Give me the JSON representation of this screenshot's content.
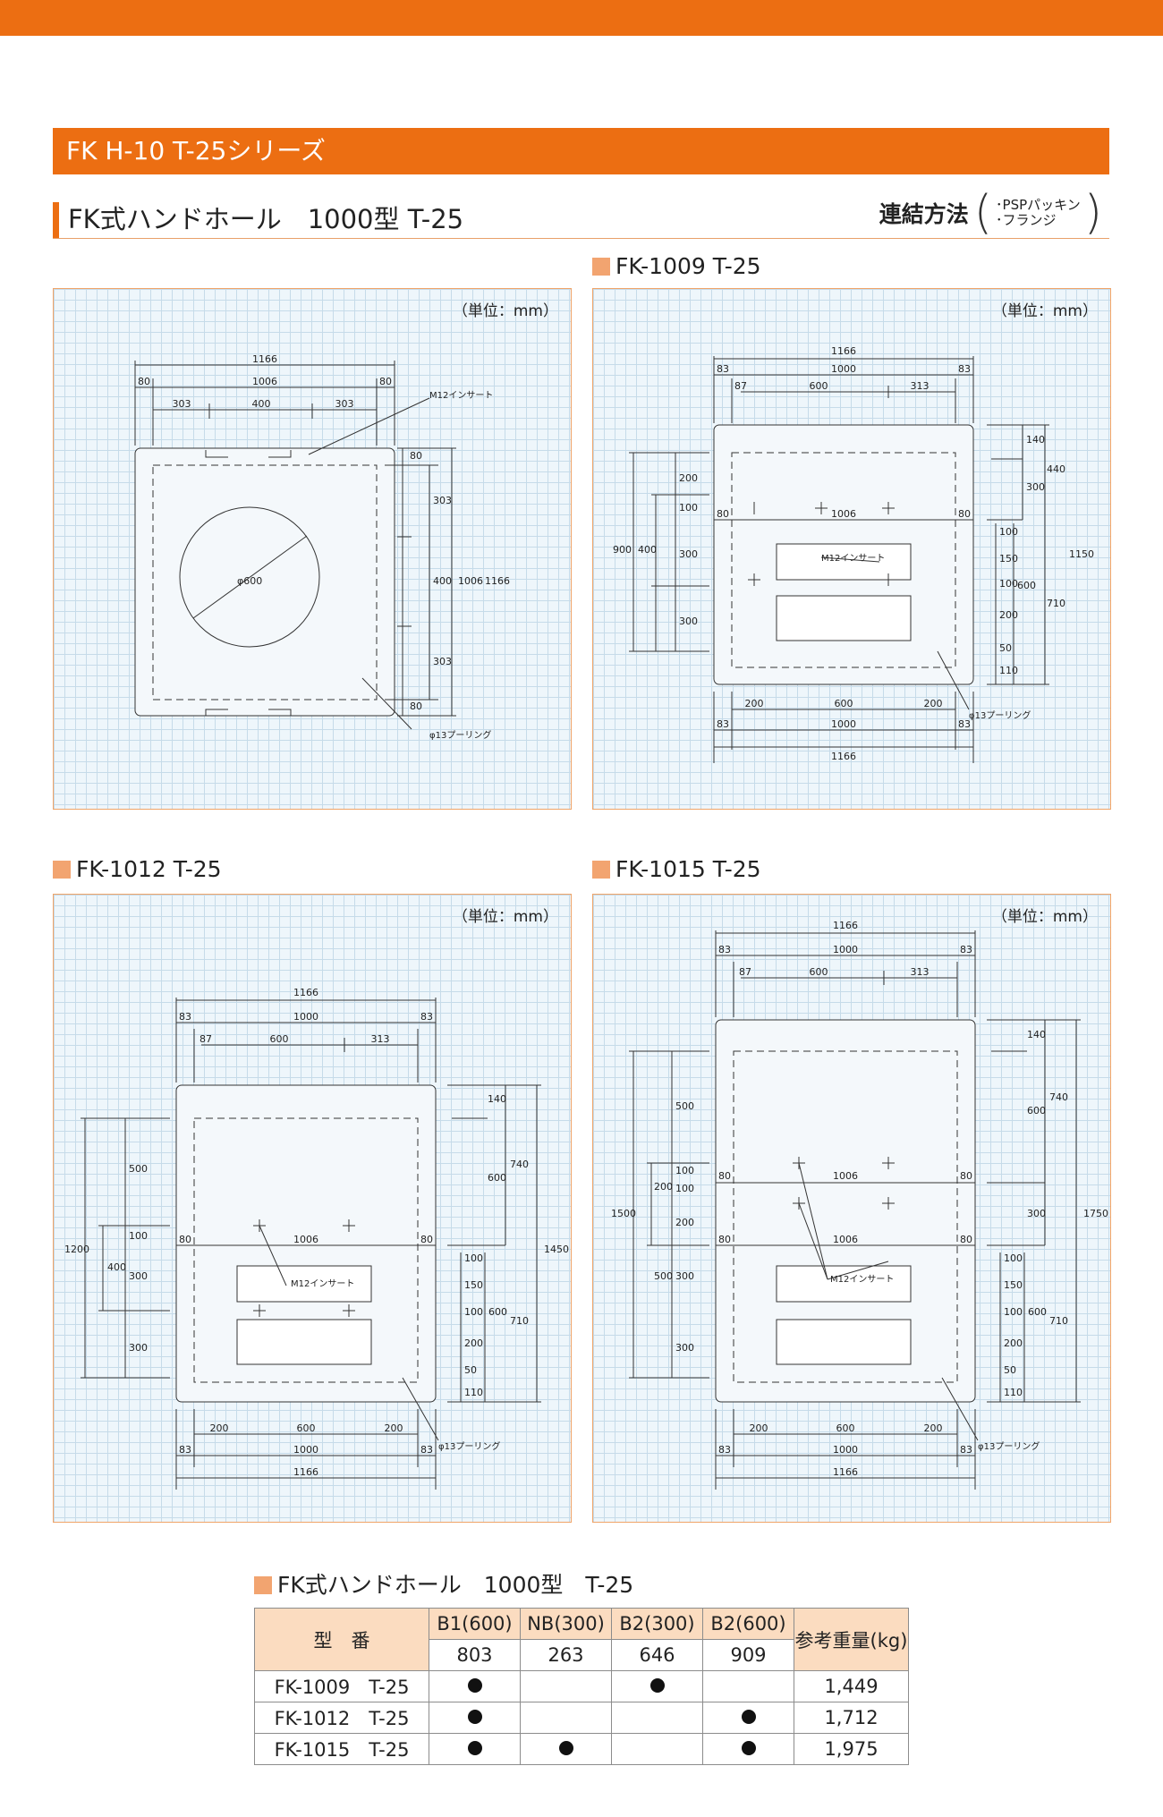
{
  "series": "FK H-10 T-25シリーズ",
  "page_title": "FK式ハンドホール　1000型 T-25",
  "connection": {
    "label": "連結方法",
    "option1": "･PSPパッキン",
    "option2": "･フランジ"
  },
  "unit_label": "（単位：mm）",
  "drawings": {
    "top_view": {
      "dims_top": [
        "1166",
        "80",
        "1006",
        "80",
        "303",
        "400",
        "303"
      ],
      "dims_right": [
        "80",
        "303",
        "400",
        "303",
        "80",
        "1006",
        "1166"
      ],
      "labels": {
        "insert": "M12インサート",
        "circle": "φ600",
        "pulling": "φ13プーリング"
      }
    },
    "fk1009": {
      "title": "FK-1009 T-25",
      "dims_top": [
        "1166",
        "83",
        "1000",
        "83",
        "87",
        "600",
        "313"
      ],
      "dims_left": [
        "200",
        "100",
        "300",
        "300",
        "400",
        "900"
      ],
      "dims_right": [
        "140",
        "300",
        "440",
        "100",
        "150",
        "100",
        "200",
        "50",
        "600",
        "710",
        "110",
        "1150"
      ],
      "dims_bottom": [
        "200",
        "600",
        "200",
        "83",
        "1000",
        "83",
        "1166"
      ],
      "mid": [
        "80",
        "1006",
        "80"
      ],
      "labels": {
        "insert": "M12インサート",
        "pulling": "φ13プーリング"
      }
    },
    "fk1012": {
      "title": "FK-1012 T-25",
      "dims_top": [
        "1166",
        "83",
        "1000",
        "83",
        "87",
        "600",
        "313"
      ],
      "dims_left": [
        "500",
        "100",
        "300",
        "300",
        "400",
        "1200"
      ],
      "dims_right": [
        "140",
        "600",
        "740",
        "100",
        "150",
        "100",
        "200",
        "50",
        "600",
        "710",
        "110",
        "1450"
      ],
      "dims_bottom": [
        "200",
        "600",
        "200",
        "83",
        "1000",
        "83",
        "1166"
      ],
      "mid": [
        "80",
        "1006",
        "80"
      ],
      "labels": {
        "insert": "M12インサート",
        "pulling": "φ13プーリング"
      }
    },
    "fk1015": {
      "title": "FK-1015 T-25",
      "dims_top": [
        "1166",
        "83",
        "1000",
        "83",
        "87",
        "600",
        "313"
      ],
      "dims_left": [
        "500",
        "200",
        "100",
        "100",
        "200",
        "500",
        "300",
        "300",
        "1500"
      ],
      "dims_right": [
        "140",
        "600",
        "740",
        "300",
        "100",
        "150",
        "100",
        "200",
        "50",
        "600",
        "710",
        "110",
        "1750"
      ],
      "dims_bottom": [
        "200",
        "600",
        "200",
        "83",
        "1000",
        "83",
        "1166"
      ],
      "mid": [
        "80",
        "1006",
        "80",
        "80",
        "1006",
        "80"
      ],
      "labels": {
        "insert": "M12インサート",
        "pulling": "φ13プーリング"
      }
    }
  },
  "table": {
    "title": "FK式ハンドホール　1000型　T-25",
    "model_header": "型　番",
    "columns": [
      {
        "name": "B1(600)",
        "weight": "803"
      },
      {
        "name": "NB(300)",
        "weight": "263"
      },
      {
        "name": "B2(300)",
        "weight": "646"
      },
      {
        "name": "B2(600)",
        "weight": "909"
      }
    ],
    "weight_header": "参考重量(kg)",
    "rows": [
      {
        "model": "FK-1009　T-25",
        "marks": [
          true,
          false,
          true,
          false
        ],
        "weight": "1,449"
      },
      {
        "model": "FK-1012　T-25",
        "marks": [
          true,
          false,
          false,
          true
        ],
        "weight": "1,712"
      },
      {
        "model": "FK-1015　T-25",
        "marks": [
          true,
          true,
          false,
          true
        ],
        "weight": "1,975"
      }
    ]
  }
}
